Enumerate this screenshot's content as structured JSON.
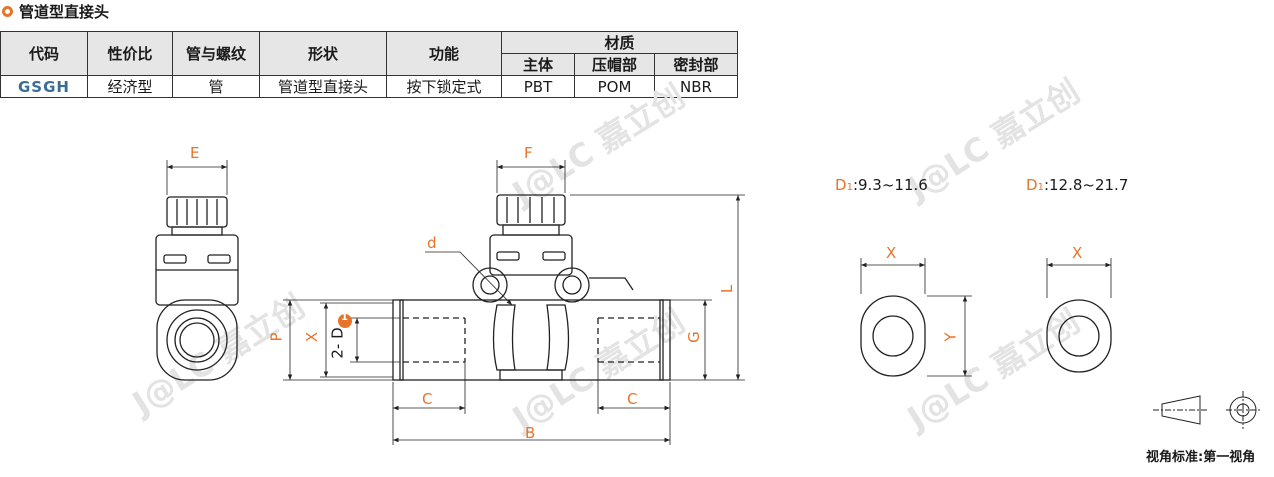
{
  "title": "管道型直接头",
  "table": {
    "headers": [
      "代码",
      "性价比",
      "管与螺纹",
      "形状",
      "功能"
    ],
    "material_header": "材质",
    "material_sub": [
      "主体",
      "压帽部",
      "密封部"
    ],
    "row": [
      "GSGH",
      "经济型",
      "管",
      "管道型直接头",
      "按下锁定式",
      "PBT",
      "POM",
      "NBR"
    ]
  },
  "dims": {
    "E": "E",
    "F": "F",
    "d": "d",
    "L": "L",
    "P": "P",
    "X": "X",
    "G": "G",
    "D_prefix": "2- D",
    "D_circle": "1",
    "C": "C",
    "B": "B",
    "Y": "Y"
  },
  "ranges": {
    "d1_a_label": "D",
    "d1_a_sub": "1",
    "d1_a_value": ":9.3~11.6",
    "d1_b_label": "D",
    "d1_b_sub": "1",
    "d1_b_value": ":12.8~21.7"
  },
  "watermark": "J@LC 嘉立创",
  "view_caption": "视角标准:第一视角",
  "colors": {
    "accent": "#e8742a",
    "code": "#3a6d96",
    "header_bg": "#e6e6e6"
  }
}
